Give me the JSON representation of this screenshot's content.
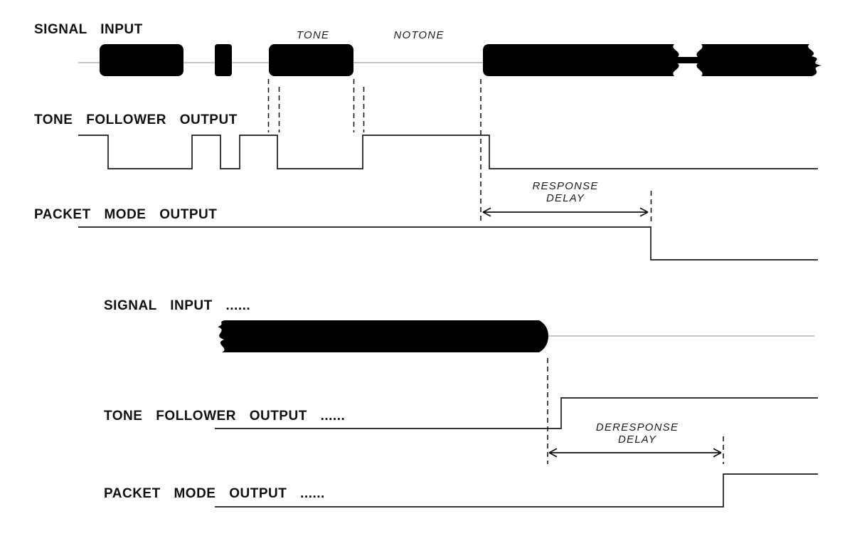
{
  "colors": {
    "ink": "#141414",
    "signal_fill": "#000000",
    "baseline": "#8c8c8c",
    "background": "#ffffff"
  },
  "top_diagram": {
    "signal_label": "SIGNAL INPUT",
    "tone_annotation": "TONE",
    "notone_annotation": "NOTONE",
    "follower_label": "TONE FOLLOWER OUTPUT",
    "packet_label": "PACKET MODE OUTPUT",
    "response_delay": {
      "line1": "RESPONSE",
      "line2": "DELAY"
    }
  },
  "bottom_diagram": {
    "signal_label": "SIGNAL INPUT ......",
    "follower_label": "TONE FOLLOWER OUTPUT ......",
    "packet_label": "PACKET MODE OUTPUT ......",
    "deresponse_delay": {
      "line1": "DERESPONSE",
      "line2": "DELAY"
    }
  }
}
